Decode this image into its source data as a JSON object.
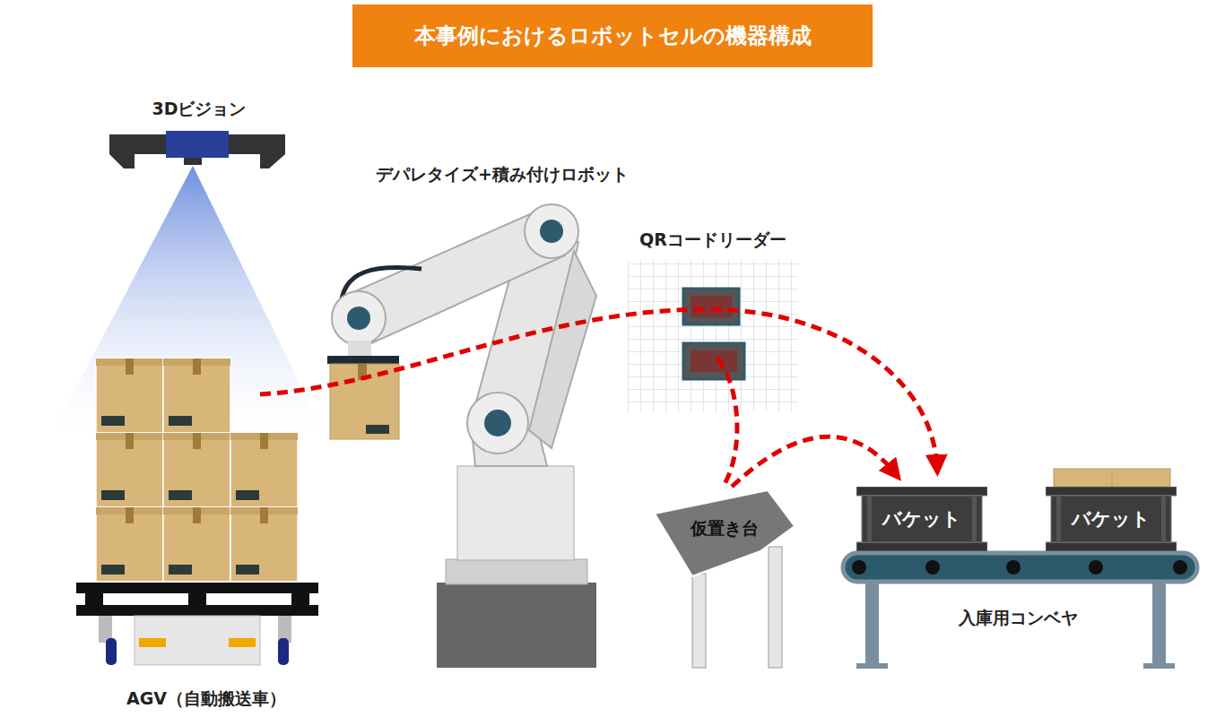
{
  "diagram": {
    "title": "本事例におけるロボットセルの機器構成",
    "nodes": [
      {
        "text": [
          "仮置き台"
        ]
      },
      {
        "text": [
          "バケット"
        ]
      },
      {
        "text": [
          "バケット"
        ]
      }
    ],
    "edges": [
      {
        "from": 0,
        "to": 1,
        "arrow": "to"
      }
    ],
    "labels": [
      "3Dビジョン",
      "デパレタイズ+積み付けロボット",
      "QRコードリーダー",
      "入庫用コンベヤ",
      "AGV（自動搬送車）"
    ]
  }
}
